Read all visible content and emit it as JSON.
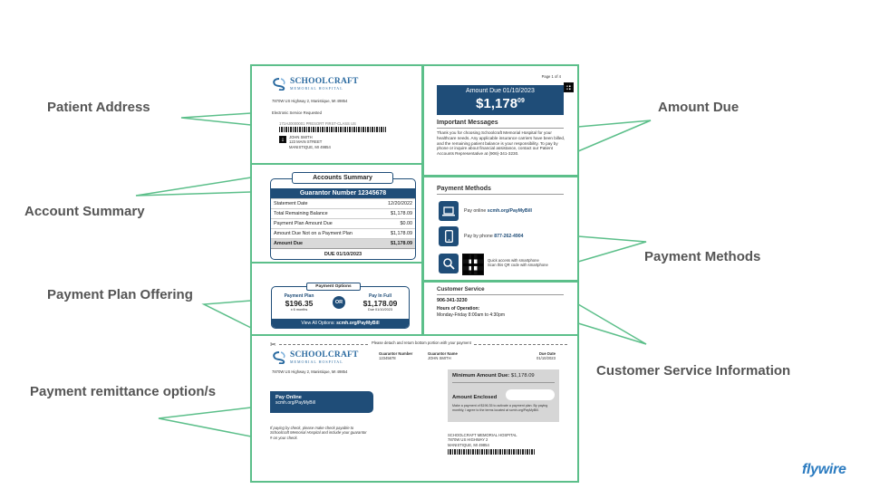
{
  "callouts": {
    "patient_address": "Patient Address",
    "account_summary": "Account Summary",
    "payment_plan_offering": "Payment Plan Offering",
    "payment_remittance": "Payment remittance option/s",
    "amount_due": "Amount Due",
    "payment_methods": "Payment Methods",
    "customer_service_info": "Customer Service Information"
  },
  "brand": {
    "name": "flywire"
  },
  "statement": {
    "hospital_name": "SCHOOLCRAFT",
    "hospital_sub": "MEMORIAL HOSPITAL",
    "hospital_address": "7870W US Highway 2, Manistique, MI 49854",
    "service_requested": "Electronic Service Requested",
    "mail_code": "171HJ0000001    PRESORT FIRST-CLASS US",
    "patient_name": "JOHN SMITH",
    "patient_street": "123 MAIN STREET",
    "patient_city": "MANISTIQUE, MI 49854",
    "page": "Page 1 of 4",
    "amount_due_label": "Amount Due 01/10/2023",
    "amount_due_dollars": "$1,178",
    "amount_due_cents": "09",
    "important_title": "Important Messages",
    "important_text": "Thank you for choosing Schoolcraft Memorial Hospital for your healthcare needs. Any applicable insurance carriers have been billed, and the remaining patient balance is your responsibility. To pay by phone or inquire about financial assistance, contact our Patient Accounts Representative at (906)-341-3230.",
    "accounts_summary_title": "Accounts Summary",
    "guarantor_number_label": "Guarantor Number 12345678",
    "summary_rows": [
      {
        "label": "Statement Date",
        "value": "12/20/2022"
      },
      {
        "label": "Total Remaining Balance",
        "value": "$1,178.09"
      },
      {
        "label": "Payment Plan Amount Due",
        "value": "$0.00"
      },
      {
        "label": "Amount Due Not on a Payment Plan",
        "value": "$1,178.09"
      },
      {
        "label": "Amount Due",
        "value": "$1,178.09"
      }
    ],
    "summary_due": "DUE 01/10/2023",
    "payment_methods_title": "Payment Methods",
    "pay_online_prefix": "Pay online",
    "pay_online_url": "scmh.org/PayMyBill",
    "pay_phone_prefix": "Pay by phone",
    "pay_phone_number": "877-262-4904",
    "qr_text_1": "Quick access with smartphone",
    "qr_text_2": "Scan this QR code with smartphone",
    "payment_options_title": "Payment Options",
    "plan_label": "Payment Plan",
    "plan_amount": "$196.35",
    "plan_term": "x 6 months",
    "or_label": "OR",
    "full_label": "Pay In Full",
    "full_amount": "$1,178.09",
    "full_due": "Due 01/10/2023",
    "view_all_prefix": "View All Options:",
    "view_all_url": "scmh.org/PayMyBill",
    "cs_title": "Customer Service",
    "cs_phone": "906-341-3230",
    "cs_hours_label": "Hours of Operation:",
    "cs_hours": "Monday-Friday 8:00am to 4:30pm",
    "detach_text": "Please detach and return bottom portion with your payment",
    "slip_guarantor_number_label": "Guarantor Number",
    "slip_guarantor_number": "12345678",
    "slip_guarantor_name_label": "Guarantor Name",
    "slip_guarantor_name": "JOHN SMITH",
    "slip_due_label": "Due Date",
    "slip_due": "01/10/2023",
    "min_due_label": "Minimum Amount Due:",
    "min_due_value": "$1,178.09",
    "amount_enclosed": "Amount Enclosed",
    "enclosed_note": "Make a payment of $196.35 to activate a payment plan. By paying monthly, I agree to the terms located at scmh.org/PayMyBill.",
    "slip_pay_online": "Pay Online",
    "slip_pay_url": "scmh.org/PayMyBill",
    "check_note": "If paying by check, please make check payable to Schoolcraft Memorial Hospital and include your guarantor # on your check.",
    "remit_name": "SCHOOLCRAFT MEMORIAL HOSPITAL",
    "remit_street": "7870W US HIGHWAY 2",
    "remit_city": "MANISTIQUE, MI 49854"
  }
}
